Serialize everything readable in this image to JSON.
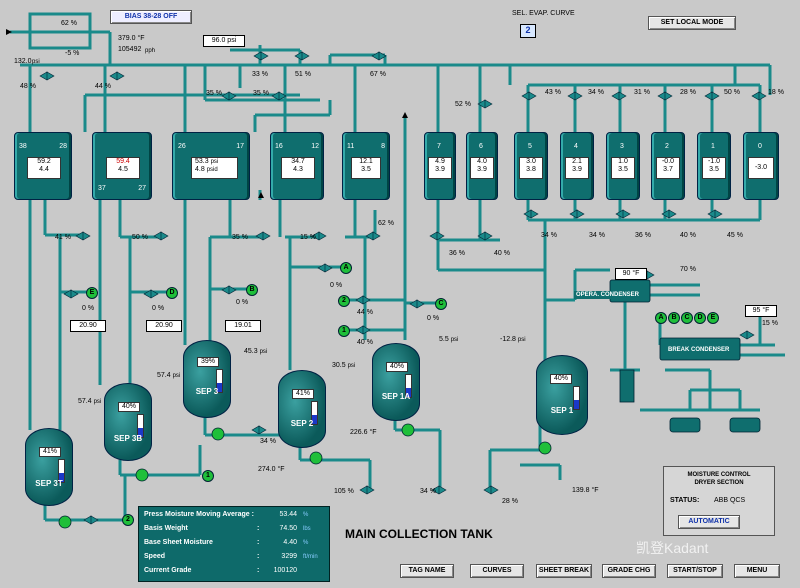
{
  "header": {
    "bias_button": "BIAS 38-28  OFF",
    "sel_evap_label": "SEL. EVAP. CURVE",
    "sel_evap_value": "2",
    "set_local_button": "SET LOCAL MODE"
  },
  "top_readouts": {
    "pct_62": "62 %",
    "pct_neg5": "-5 %",
    "temp": "379.0 °F",
    "flow": "105492",
    "flow_unit": "pph",
    "pressure_132": "132.0",
    "psi": "psi",
    "pressure_96": "96.0 psi"
  },
  "valve_pcts": {
    "v48": "48 %",
    "v44": "44 %",
    "v35a": "35 %",
    "v35b": "35 %",
    "v33": "33 %",
    "v51": "51 %",
    "v67": "67 %",
    "v52": "52 %",
    "v43": "43 %",
    "v34": "34 %",
    "v31": "31 %",
    "v28": "28 %",
    "v50": "50 %",
    "v18": "18 %",
    "v41": "41 %",
    "v50b": "50 %",
    "v35c": "35 %",
    "v15": "15 %",
    "v62": "62 %",
    "v36a": "36 %",
    "v40a": "40 %",
    "v34b": "34 %",
    "v34c": "34 %",
    "v36b": "36 %",
    "v40b": "40 %",
    "v45": "45 %",
    "v70": "70 %",
    "v15b": "15 %",
    "e0": "0 %",
    "d0": "0 %",
    "b0": "0 %",
    "a0": "0 %",
    "c0": "0 %",
    "v44b": "44 %",
    "v40c": "40 %",
    "v34d": "34 %",
    "v28b": "28 %",
    "v34e": "34 %",
    "v105": "105 %"
  },
  "tanks": [
    {
      "id": "38-28",
      "top_l": "38",
      "top_r": "28",
      "v1": "59.2",
      "v2": "4.4",
      "bot_l": "",
      "bot_r": ""
    },
    {
      "id": "37-27",
      "top_l": "",
      "top_r": "",
      "v1": "59.4",
      "v2": "4.5",
      "bot_l": "37",
      "bot_r": "27"
    },
    {
      "id": "26-17",
      "top_l": "26",
      "top_r": "17",
      "v1": "53.3",
      "v2": "4.8",
      "u1": "psi",
      "u2": "psid"
    },
    {
      "id": "16-12",
      "top_l": "16",
      "top_r": "12",
      "v1": "34.7",
      "v2": "4.3"
    },
    {
      "id": "11-8",
      "top_l": "11",
      "top_r": "8",
      "v1": "12.1",
      "v2": "3.5"
    },
    {
      "id": "7",
      "top_l": "7",
      "v1": "4.9",
      "v2": "3.9"
    },
    {
      "id": "6",
      "top_l": "6",
      "v1": "4.0",
      "v2": "3.9"
    },
    {
      "id": "5",
      "top_l": "5",
      "v1": "3.0",
      "v2": "3.8"
    },
    {
      "id": "4",
      "top_l": "4",
      "v1": "2.1",
      "v2": "3.9"
    },
    {
      "id": "3",
      "top_l": "3",
      "v1": "1.0",
      "v2": "3.5"
    },
    {
      "id": "2",
      "top_l": "2",
      "v1": "-0.0",
      "v2": "3.7"
    },
    {
      "id": "1",
      "top_l": "1",
      "v1": "-1.0",
      "v2": "3.5"
    },
    {
      "id": "0",
      "top_l": "0",
      "v1": "-3.0",
      "v2": ""
    }
  ],
  "letters": {
    "e": "E",
    "d": "D",
    "b": "B",
    "a": "A",
    "c": "C",
    "two": "2",
    "one": "1"
  },
  "set_values": {
    "s1": "20.90",
    "s2": "20.90",
    "s3": "19.01"
  },
  "separators": [
    {
      "name": "SEP 3T",
      "pct": "41%",
      "level": 0.41
    },
    {
      "name": "SEP 3B",
      "pct": "40%",
      "level": 0.4
    },
    {
      "name": "SEP 3",
      "pct": "39%",
      "level": 0.39
    },
    {
      "name": "SEP 2",
      "pct": "41%",
      "level": 0.41
    },
    {
      "name": "SEP 1A",
      "pct": "40%",
      "level": 0.4
    },
    {
      "name": "SEP 1",
      "pct": "40%",
      "level": 0.4
    }
  ],
  "sep_readouts": {
    "p574a": "57.4",
    "p574b": "57.4",
    "p453": "45.3",
    "p305": "30.5",
    "p55": "5.5",
    "p128": "-12.8",
    "t2740": "274.0 °F",
    "t2266": "226.6 °F",
    "t1398": "139.8 °F",
    "psi": "psi"
  },
  "condensers": {
    "opera": "OPERA. CONDENSER",
    "opera_temp": "90 °F",
    "break": "BREAK CONDENSER",
    "break_temp": "95 °F",
    "letters": [
      "A",
      "B",
      "C",
      "D",
      "E"
    ]
  },
  "main_tank": "MAIN COLLECTION TANK",
  "info_panel": {
    "rows": [
      {
        "label": "Press Moisture Moving Average :",
        "value": "53.44",
        "unit": "%"
      },
      {
        "label": "Basis Weight",
        "colon": ":",
        "value": "74.50",
        "unit": "lbs"
      },
      {
        "label": "Base Sheet Moisture",
        "colon": ":",
        "value": "4.40",
        "unit": "%"
      },
      {
        "label": "Speed",
        "colon": ":",
        "value": "3299",
        "unit": "ft/min"
      },
      {
        "label": "Current Grade",
        "colon": ":",
        "value": "100120",
        "unit": ""
      }
    ]
  },
  "moisture_panel": {
    "title1": "MOISTURE CONTROL",
    "title2": "DRYER SECTION",
    "status_label": "STATUS:",
    "status_value": "ABB QCS",
    "auto_button": "AUTOMATIC"
  },
  "bottom_buttons": [
    "TAG NAME",
    "CURVES",
    "SHEET BREAK",
    "GRADE CHG",
    "START/STOP",
    "MENU"
  ],
  "watermark": "凯登Kadant",
  "colors": {
    "tank": "#0f6e6e",
    "pipe": "#1a8888",
    "bg": "#c9c9c9",
    "level": "#1b38c8",
    "panel": "#0e6a6a"
  }
}
